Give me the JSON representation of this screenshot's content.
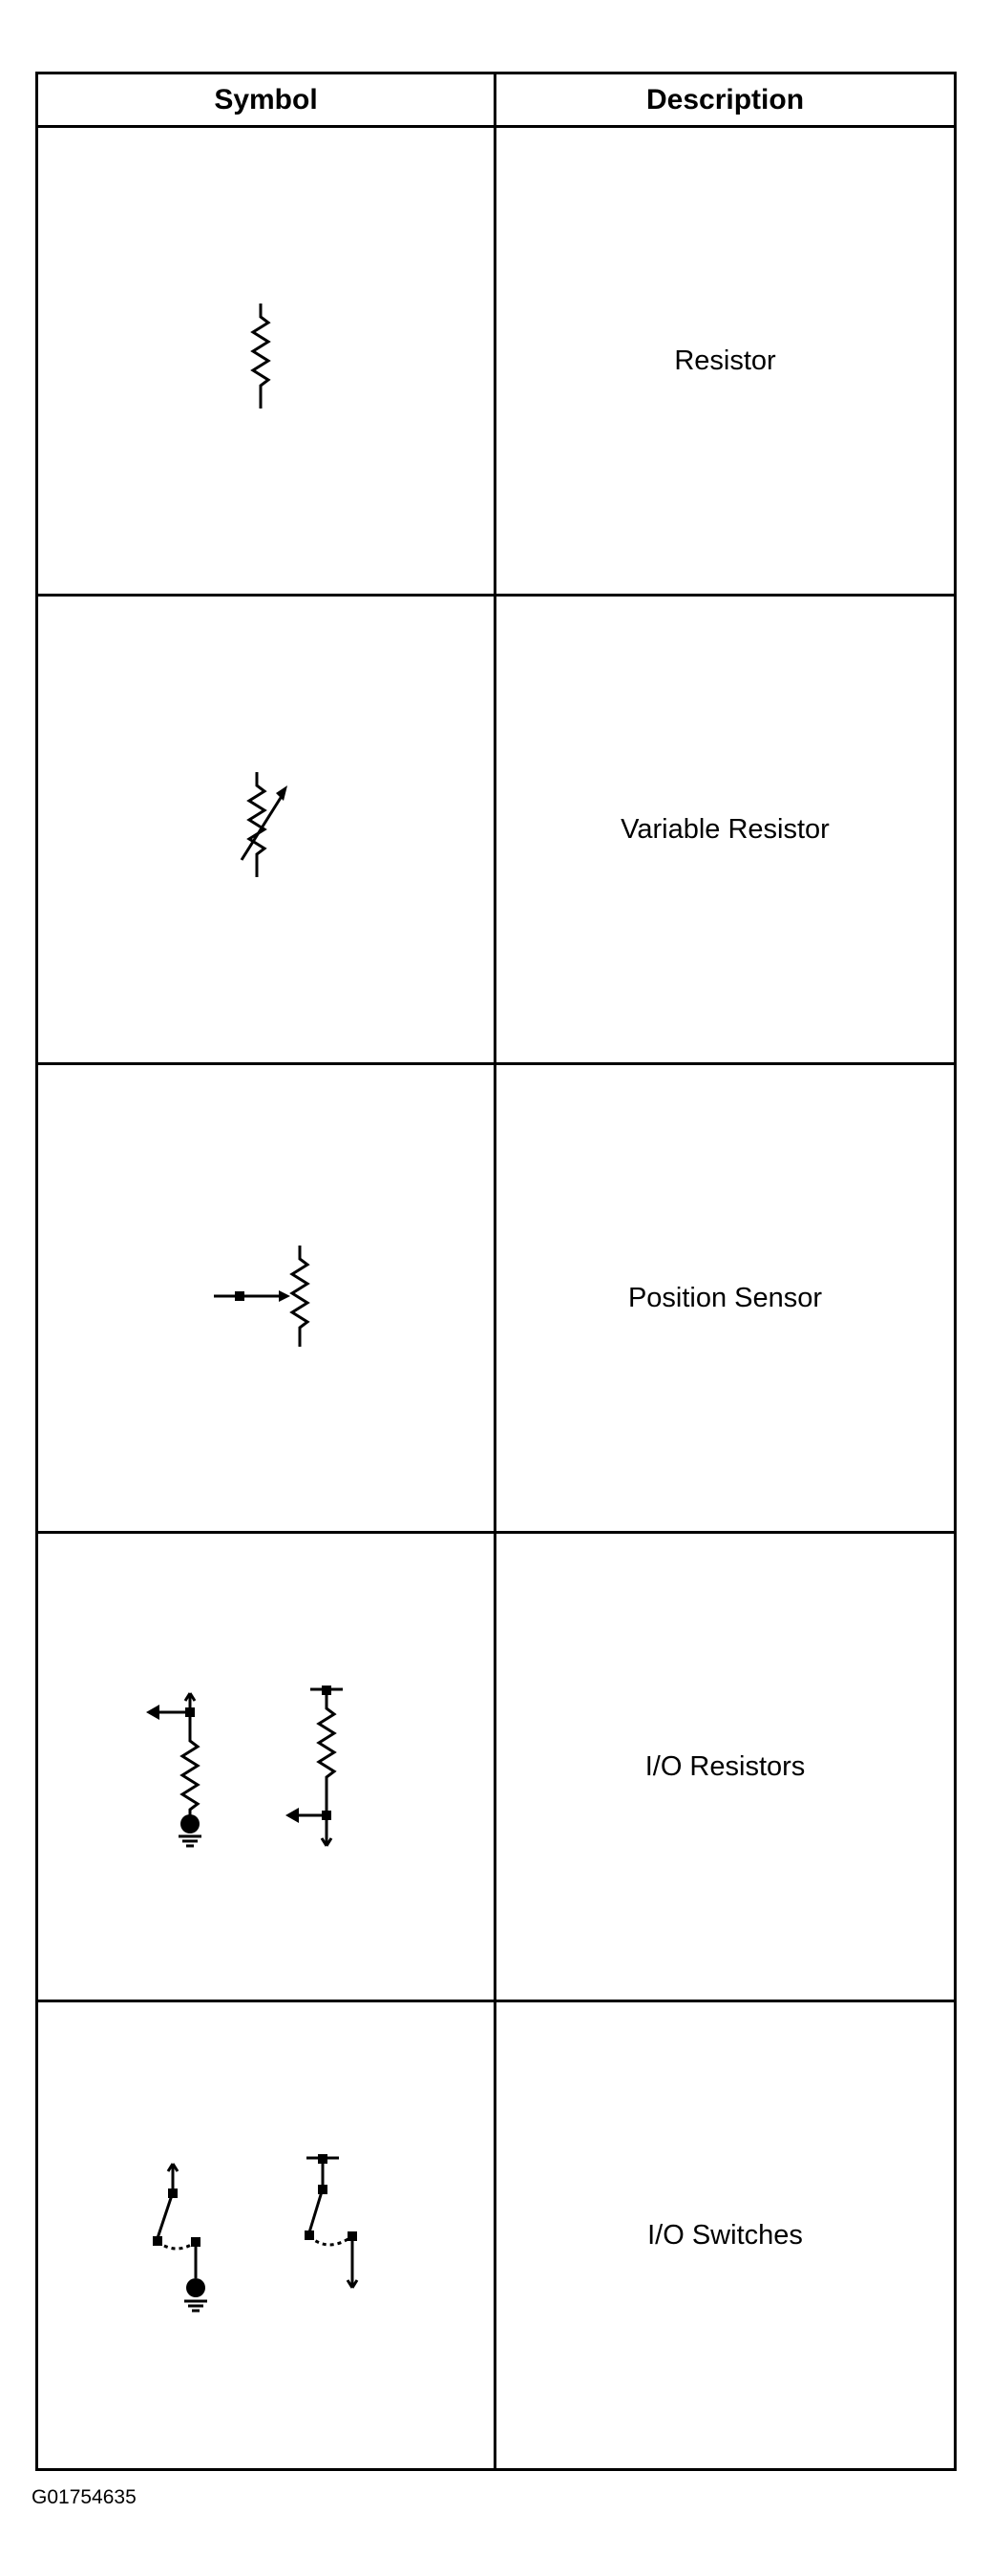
{
  "table": {
    "headers": {
      "symbol": "Symbol",
      "description": "Description"
    },
    "rows": [
      {
        "symbol_icon": "resistor-icon",
        "description": "Resistor"
      },
      {
        "symbol_icon": "variable-resistor-icon",
        "description": "Variable Resistor"
      },
      {
        "symbol_icon": "position-sensor-icon",
        "description": "Position Sensor"
      },
      {
        "symbol_icon": "io-resistors-icon",
        "description": "I/O Resistors"
      },
      {
        "symbol_icon": "io-switches-icon",
        "description": "I/O Switches"
      }
    ]
  },
  "figure_id": "G01754635"
}
